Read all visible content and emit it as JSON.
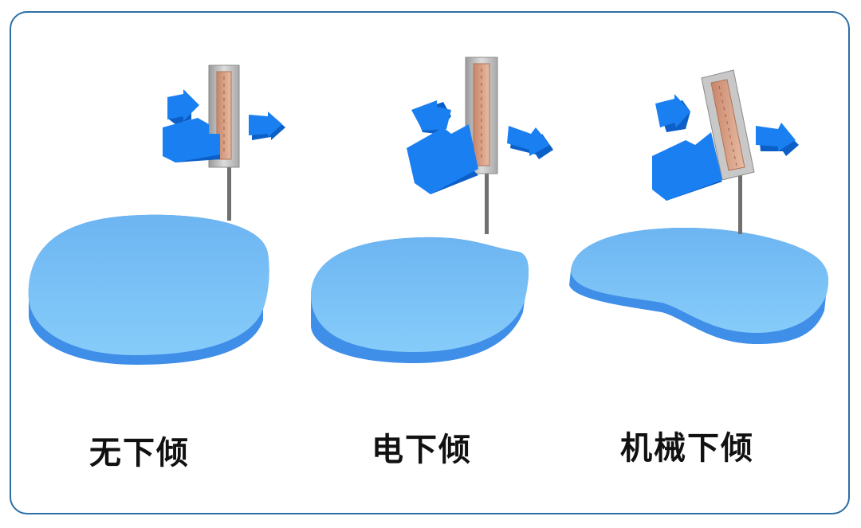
{
  "colors": {
    "border": "#2d6ea5",
    "disc_top": "#7ec3f7",
    "disc_side": "#3f8ee8",
    "arrow_front": "#1a7ff0",
    "arrow_side": "#0d5fc8",
    "antenna_panel": "#c8c8c8",
    "antenna_element": "#d8a58a"
  },
  "panels": [
    {
      "label": "无下倾"
    },
    {
      "label": "电下倾"
    },
    {
      "label": "机械下倾"
    }
  ]
}
